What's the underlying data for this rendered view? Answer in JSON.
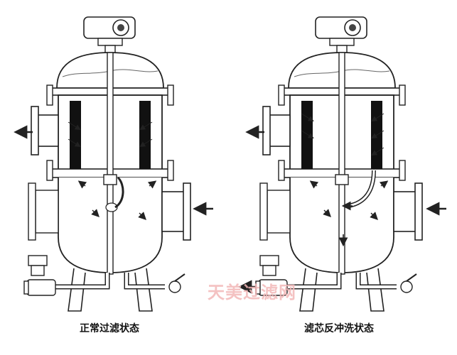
{
  "captions": {
    "left": "正常过滤状态",
    "right": "滤芯反冲洗状态"
  },
  "watermark": "天美过滤网",
  "colors": {
    "line": "#222222",
    "element": "#111111",
    "watermark": "#f3b8b8"
  }
}
